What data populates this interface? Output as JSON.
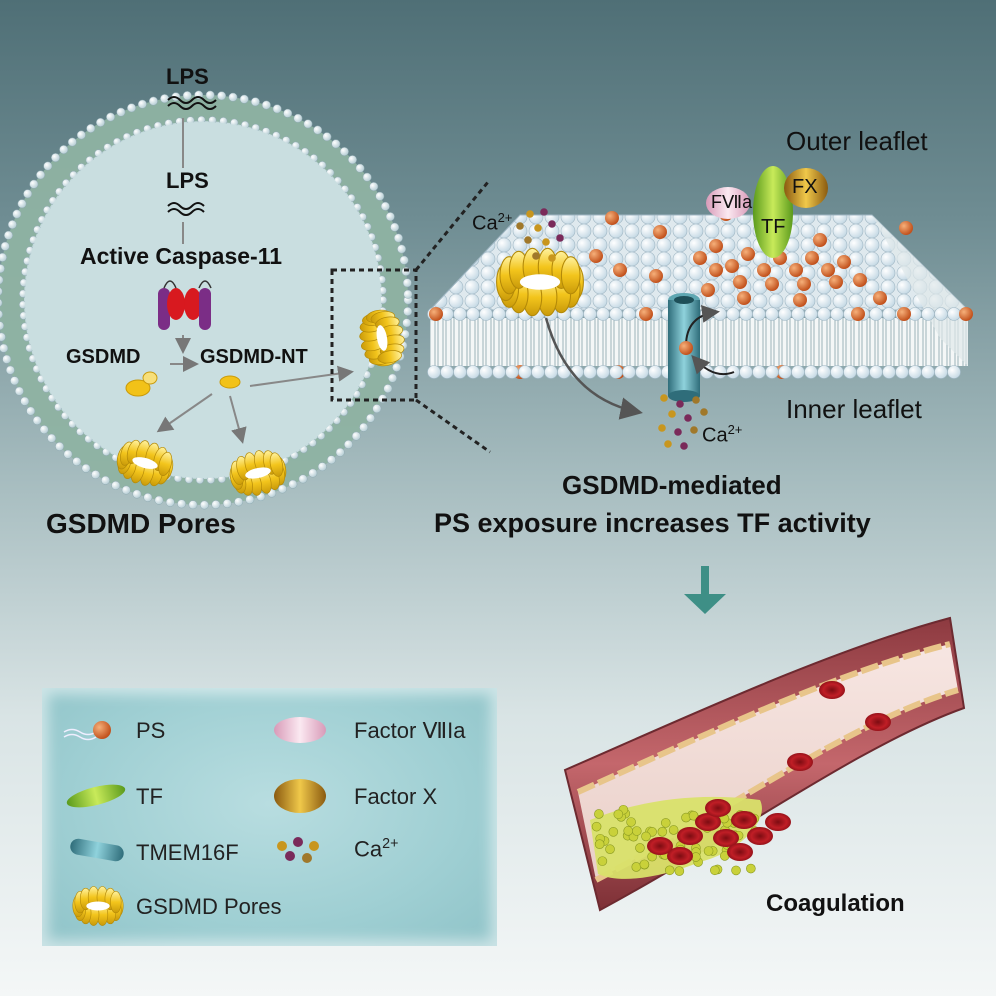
{
  "cell": {
    "lps_outside": "LPS",
    "lps_inside": "LPS",
    "caspase": "Active Caspase-11",
    "gsdmd": "GSDMD",
    "gsdmd_nt": "GSDMD-NT",
    "pores_caption": "GSDMD Pores"
  },
  "membrane": {
    "outer_leaflet": "Outer leaflet",
    "inner_leaflet": "Inner leaflet",
    "ca_top": "Ca",
    "ca_top_sup": "2+",
    "ca_bottom": "Ca",
    "ca_bottom_sup": "2+",
    "fviia": "FⅦa",
    "fx": "FX",
    "tf": "TF"
  },
  "caption": {
    "line1": "GSDMD-mediated",
    "line2": "PS exposure increases TF activity"
  },
  "vessel": {
    "label": "Coagulation"
  },
  "legend": {
    "items": [
      {
        "icon": "ps-icon",
        "label": "PS"
      },
      {
        "icon": "factor-viia-icon",
        "label": "Factor ⅦIa"
      },
      {
        "icon": "tf-icon",
        "label": "TF"
      },
      {
        "icon": "factor-x-icon",
        "label": "Factor  X"
      },
      {
        "icon": "tmem16f-icon",
        "label": "TMEM16F"
      },
      {
        "icon": "calcium-icon",
        "label": "Ca",
        "sup": "2+"
      },
      {
        "icon": "gsdmd-pores-icon",
        "label": "GSDMD Pores"
      }
    ]
  },
  "colors": {
    "ps": "#d2682c",
    "tf": "#8cc63f",
    "fviia": "#e3bcd0",
    "fx": "#c8961e",
    "pore": "#f2c218",
    "membrane": "#8fb3a3",
    "vessel": "#b5575c",
    "arrow_teal": "#3e8f86"
  }
}
